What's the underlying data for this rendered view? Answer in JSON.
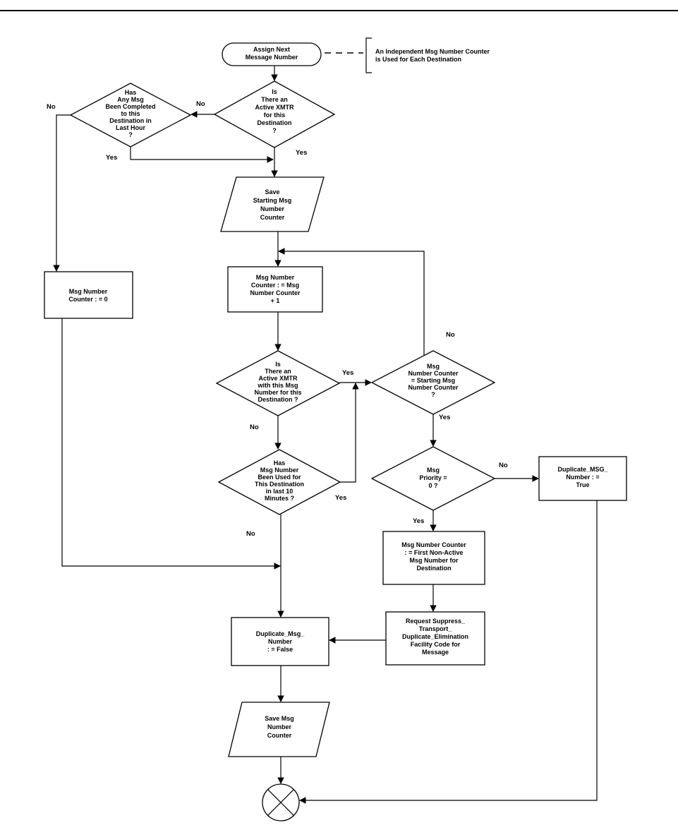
{
  "nodes": {
    "start": [
      "Assign Next",
      "Message Number"
    ],
    "note": [
      "An Independent Msg Number Counter",
      "is Used for Each Destination"
    ],
    "d_active_xmtr": [
      "Is",
      "There an",
      "Active XMTR",
      "for this",
      "Destination",
      "?"
    ],
    "d_completed": [
      "Has",
      "Any Msg",
      "Been Completed",
      "to this",
      "Destination in",
      "Last Hour",
      "?"
    ],
    "save_starting": [
      "Save",
      "Starting Msg",
      "Number",
      "Counter"
    ],
    "counter_increment": [
      "Msg Number",
      "Counter : = Msg",
      "Number Counter",
      "+ 1"
    ],
    "counter_zero": [
      "Msg Number",
      "Counter : = 0"
    ],
    "d_active_with_number": [
      "Is",
      "There an",
      "Active XMTR",
      "with this Msg",
      "Number for this",
      "Destination ?"
    ],
    "d_equals_start": [
      "Msg",
      "Number Counter",
      "= Starting Msg",
      "Number Counter",
      "?"
    ],
    "d_used_recently": [
      "Has",
      "Msg Number",
      "Been Used for",
      "This Destination",
      "in last 10",
      "Minutes ?"
    ],
    "d_priority": [
      "Msg",
      "Priority =",
      "0 ?"
    ],
    "dup_true": [
      "Duplicate_MSG_",
      "Number : =",
      "True"
    ],
    "first_non_active": [
      "Msg Number Counter",
      ": = First Non-Active",
      "Msg Number for",
      "Destination"
    ],
    "request_suppress": [
      "Request Suppress_",
      "Transport_",
      "Duplicate_Elimination",
      "Facility Code for",
      "Message"
    ],
    "dup_false": [
      "Duplicate_Msg_",
      "Number",
      ": = False"
    ],
    "save_counter": [
      "Save Msg",
      "Number",
      "Counter"
    ]
  },
  "labels": {
    "no_active_xmtr": "No",
    "no_completed": "No",
    "yes_completed": "Yes",
    "yes_active_xmtr": "Yes",
    "yes_active_with_number": "Yes",
    "no_loop_back": "No",
    "yes_equals_start": "Yes",
    "no_active_with_number": "No",
    "yes_used_recently": "Yes",
    "no_used_recently": "No",
    "no_priority": "No",
    "yes_priority": "Yes"
  }
}
